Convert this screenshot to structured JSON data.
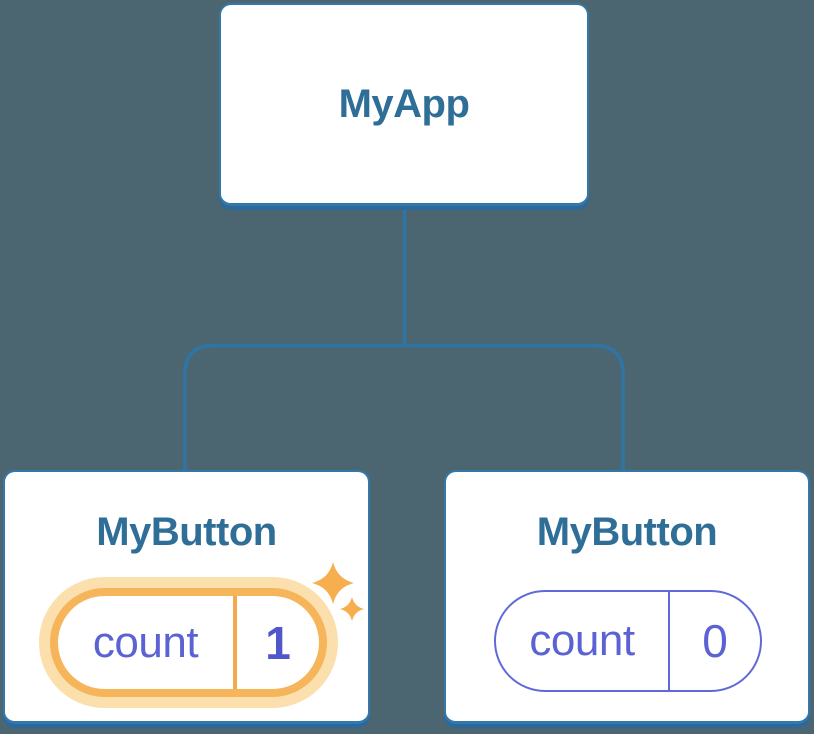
{
  "diagram": {
    "type": "component-tree",
    "root": {
      "label": "MyApp"
    },
    "children": [
      {
        "label": "MyButton",
        "state": {
          "name": "count",
          "value": "1"
        },
        "highlighted": true,
        "icon": "sparkle-icon"
      },
      {
        "label": "MyButton",
        "state": {
          "name": "count",
          "value": "0"
        },
        "highlighted": false
      }
    ]
  },
  "colors": {
    "background": "#4C6671",
    "card_background": "#FFFFFF",
    "card_border": "#3478A9",
    "card_shadow": "#2B689C",
    "connector": "#2E75A6",
    "node_label": "#2E6E97",
    "state_text": "#5B62D3",
    "state_value_highlighted": "#5156CB",
    "highlight_border": "#F7B55B",
    "highlight_glow": "#FBDFAD",
    "highlight_divider": "#F4A94E",
    "normal_pill_border": "#6169D8",
    "sparkle": "#F6AE4E"
  }
}
